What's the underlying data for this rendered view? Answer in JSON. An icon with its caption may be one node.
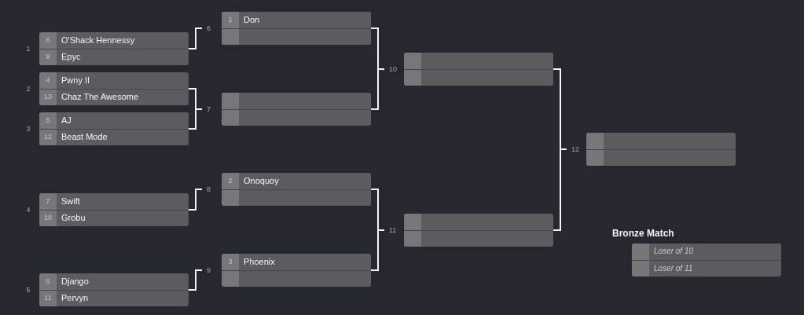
{
  "diagram": {
    "nodes": [
      {
        "text": [],
        "shape": "box",
        "beside": [
          "1"
        ]
      },
      {
        "text": [
          "8",
          "O'Shack Hennessy"
        ],
        "in": 0
      },
      {
        "text": [
          "9",
          "Epyc"
        ],
        "in": 0
      },
      {
        "text": [],
        "shape": "box",
        "beside": [
          "2"
        ]
      },
      {
        "text": [
          "4",
          "Pwny II"
        ],
        "in": 3
      },
      {
        "text": [
          "13",
          "Chaz The Awesome"
        ],
        "in": 3
      },
      {
        "text": [],
        "shape": "box",
        "beside": [
          "3"
        ]
      },
      {
        "text": [
          "5",
          "AJ"
        ],
        "in": 6
      },
      {
        "text": [
          "12",
          "Beast Mode"
        ],
        "in": 6
      },
      {
        "text": [],
        "shape": "box",
        "beside": [
          "4"
        ]
      },
      {
        "text": [
          "7",
          "Swift"
        ],
        "in": 9
      },
      {
        "text": [
          "10",
          "Grobu"
        ],
        "in": 9
      },
      {
        "text": [],
        "shape": "box",
        "beside": [
          "5"
        ]
      },
      {
        "text": [
          "6",
          "Django"
        ],
        "in": 12
      },
      {
        "text": [
          "11",
          "Pervyn"
        ],
        "in": 12
      },
      {
        "text": [
          "6"
        ]
      },
      {
        "text": [],
        "shape": "box"
      },
      {
        "text": [
          "1",
          "Don"
        ],
        "in": 16
      },
      {
        "text": [],
        "shape": "box",
        "in": 16
      },
      {
        "text": [
          "7"
        ]
      },
      {
        "text": [],
        "shape": "box"
      },
      {
        "text": [],
        "shape": "box",
        "in": 20
      },
      {
        "text": [],
        "shape": "box",
        "in": 20
      },
      {
        "text": [
          "8"
        ]
      },
      {
        "text": [],
        "shape": "box"
      },
      {
        "text": [
          "2",
          "Onoquoy"
        ],
        "in": 24
      },
      {
        "text": [],
        "shape": "box",
        "in": 24
      },
      {
        "text": [
          "9"
        ]
      },
      {
        "text": [],
        "shape": "box"
      },
      {
        "text": [
          "3",
          "Phoenix"
        ],
        "in": 28
      },
      {
        "text": [],
        "shape": "box",
        "in": 28
      },
      {
        "text": [
          "10"
        ]
      },
      {
        "text": [],
        "shape": "box"
      },
      {
        "text": [],
        "shape": "box",
        "in": 32
      },
      {
        "text": [],
        "shape": "box",
        "in": 32
      },
      {
        "text": [
          "11"
        ]
      },
      {
        "text": [],
        "shape": "box"
      },
      {
        "text": [],
        "shape": "box",
        "in": 36
      },
      {
        "text": [],
        "shape": "box",
        "in": 36
      },
      {
        "text": [
          "12"
        ]
      },
      {
        "text": [],
        "shape": "box"
      },
      {
        "text": [],
        "shape": "box",
        "in": 40
      },
      {
        "text": [],
        "shape": "box",
        "in": 40
      },
      {
        "text": [
          "Bronze Match"
        ]
      },
      {
        "text": [
          "Loser of 10"
        ],
        "in": 43
      },
      {
        "text": [
          "Loser of 11"
        ],
        "in": 43
      }
    ],
    "edges": [
      {
        "from": 0,
        "to": 15,
        "arrow": "none"
      },
      {
        "from": 3,
        "to": 19,
        "arrow": "none"
      },
      {
        "from": 6,
        "to": 19,
        "arrow": "none"
      },
      {
        "from": 9,
        "to": 23,
        "arrow": "none"
      },
      {
        "from": 12,
        "to": 27,
        "arrow": "none"
      },
      {
        "from": 16,
        "to": 31,
        "arrow": "none"
      },
      {
        "from": 20,
        "to": 31,
        "arrow": "none"
      },
      {
        "from": 24,
        "to": 35,
        "arrow": "none"
      },
      {
        "from": 28,
        "to": 35,
        "arrow": "none"
      },
      {
        "from": 32,
        "to": 39,
        "arrow": "none"
      },
      {
        "from": 36,
        "to": 39,
        "arrow": "none"
      }
    ]
  }
}
